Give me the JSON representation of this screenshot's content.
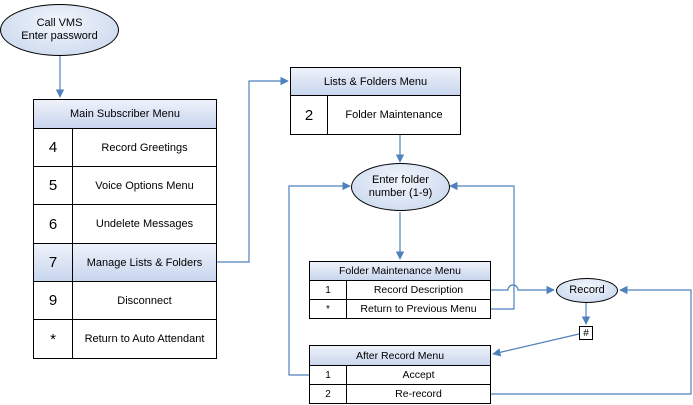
{
  "start": {
    "line1": "Call VMS",
    "line2": "Enter password"
  },
  "main_menu": {
    "title": "Main Subscriber Menu",
    "items": [
      {
        "key": "4",
        "label": "Record Greetings"
      },
      {
        "key": "5",
        "label": "Voice Options Menu"
      },
      {
        "key": "6",
        "label": "Undelete Messages"
      },
      {
        "key": "7",
        "label": "Manage Lists & Folders"
      },
      {
        "key": "9",
        "label": "Disconnect"
      },
      {
        "key": "*",
        "label": "Return to Auto Attendant"
      }
    ]
  },
  "lists_menu": {
    "title": "Lists & Folders Menu",
    "items": [
      {
        "key": "2",
        "label": "Folder Maintenance"
      }
    ]
  },
  "enter_folder": {
    "line1": "Enter folder",
    "line2": "number (1-9)"
  },
  "folder_menu": {
    "title": "Folder Maintenance Menu",
    "items": [
      {
        "key": "1",
        "label": "Record Description"
      },
      {
        "key": "*",
        "label": "Return to Previous Menu"
      }
    ]
  },
  "record": {
    "label": "Record"
  },
  "hash": {
    "label": "#"
  },
  "after_menu": {
    "title": "After Record Menu",
    "items": [
      {
        "key": "1",
        "label": "Accept"
      },
      {
        "key": "2",
        "label": "Re-record"
      }
    ]
  },
  "colors": {
    "connector": "#4f81bd",
    "node_fill_light": "#eef2fa",
    "node_fill_dark": "#c9d6ee"
  }
}
